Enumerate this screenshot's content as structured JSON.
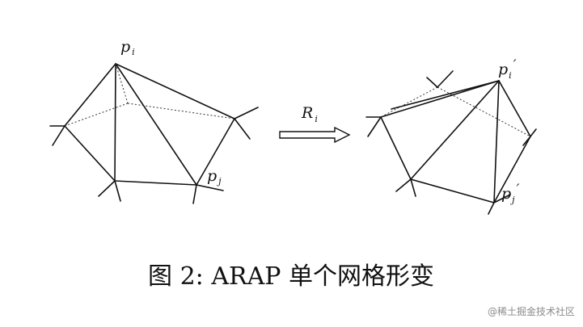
{
  "labels": {
    "pi_left": {
      "base": "p",
      "sub": "i",
      "prime": ""
    },
    "pj_left": {
      "base": "p",
      "sub": "j",
      "prime": ""
    },
    "rotation": {
      "base": "R",
      "sub": "i"
    },
    "pi_right": {
      "base": "p",
      "sub": "i",
      "prime": "′"
    },
    "pj_right": {
      "base": "p",
      "sub": "j",
      "prime": "′"
    }
  },
  "caption": "图 2: ARAP 单个网格形变",
  "watermark": "@稀土掘金技术社区"
}
